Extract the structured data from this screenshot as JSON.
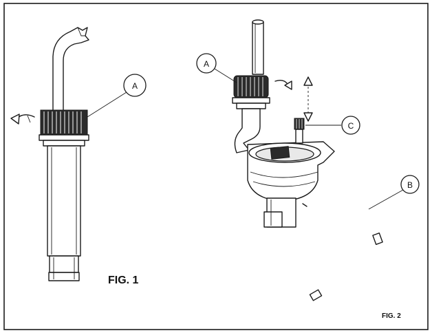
{
  "figures": {
    "fig1": {
      "label": "FIG. 1"
    },
    "fig2": {
      "label": "FIG. 2"
    }
  },
  "callouts": {
    "fig1_a": "A",
    "fig2_a": "A",
    "fig2_b": "B",
    "fig2_c": "C"
  }
}
